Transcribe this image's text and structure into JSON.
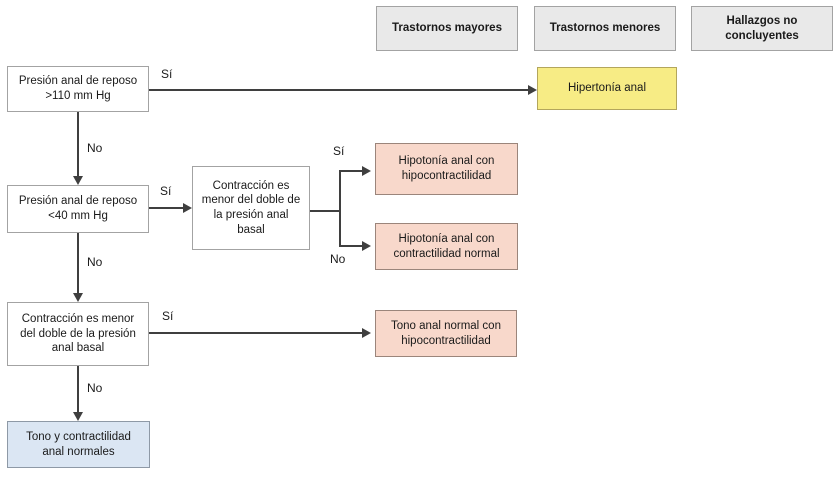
{
  "diagram": {
    "column_headers": [
      {
        "label": "Trastornos mayores"
      },
      {
        "label": "Trastornos menores"
      },
      {
        "label": "Hallazgos no concluyentes"
      }
    ],
    "decisions": {
      "resting_pressure_high": "Presión anal de reposo >110 mm Hg",
      "resting_pressure_low": "Presión anal de reposo <40 mm Hg",
      "contraction_after_low_pressure": "Contracción es menor del doble de la presión anal basal",
      "contraction_primary": "Contracción es menor del doble de la presión anal basal"
    },
    "outcomes": {
      "hipertonia_anal": "Hipertonía anal",
      "hipotonia_hipocontractilidad": "Hipotonía anal con hipocontractilidad",
      "hipotonia_contractilidad_normal": "Hipotonía anal con contractilidad normal",
      "tono_normal_hipocontractilidad": "Tono anal normal con hipocontractilidad",
      "tono_contractilidad_normales": "Tono y contractilidad anal normales"
    },
    "edge_labels": {
      "yes": "Sí",
      "no": "No"
    },
    "colors": {
      "header_fill": "#e9e9e9",
      "decision_fill": "#ffffff",
      "minor_disorder_fill": "#f7ec85",
      "major_disorder_fill": "#f8d8cb",
      "normal_result_fill": "#dbe6f3",
      "arrow": "#3f3f3f"
    }
  }
}
